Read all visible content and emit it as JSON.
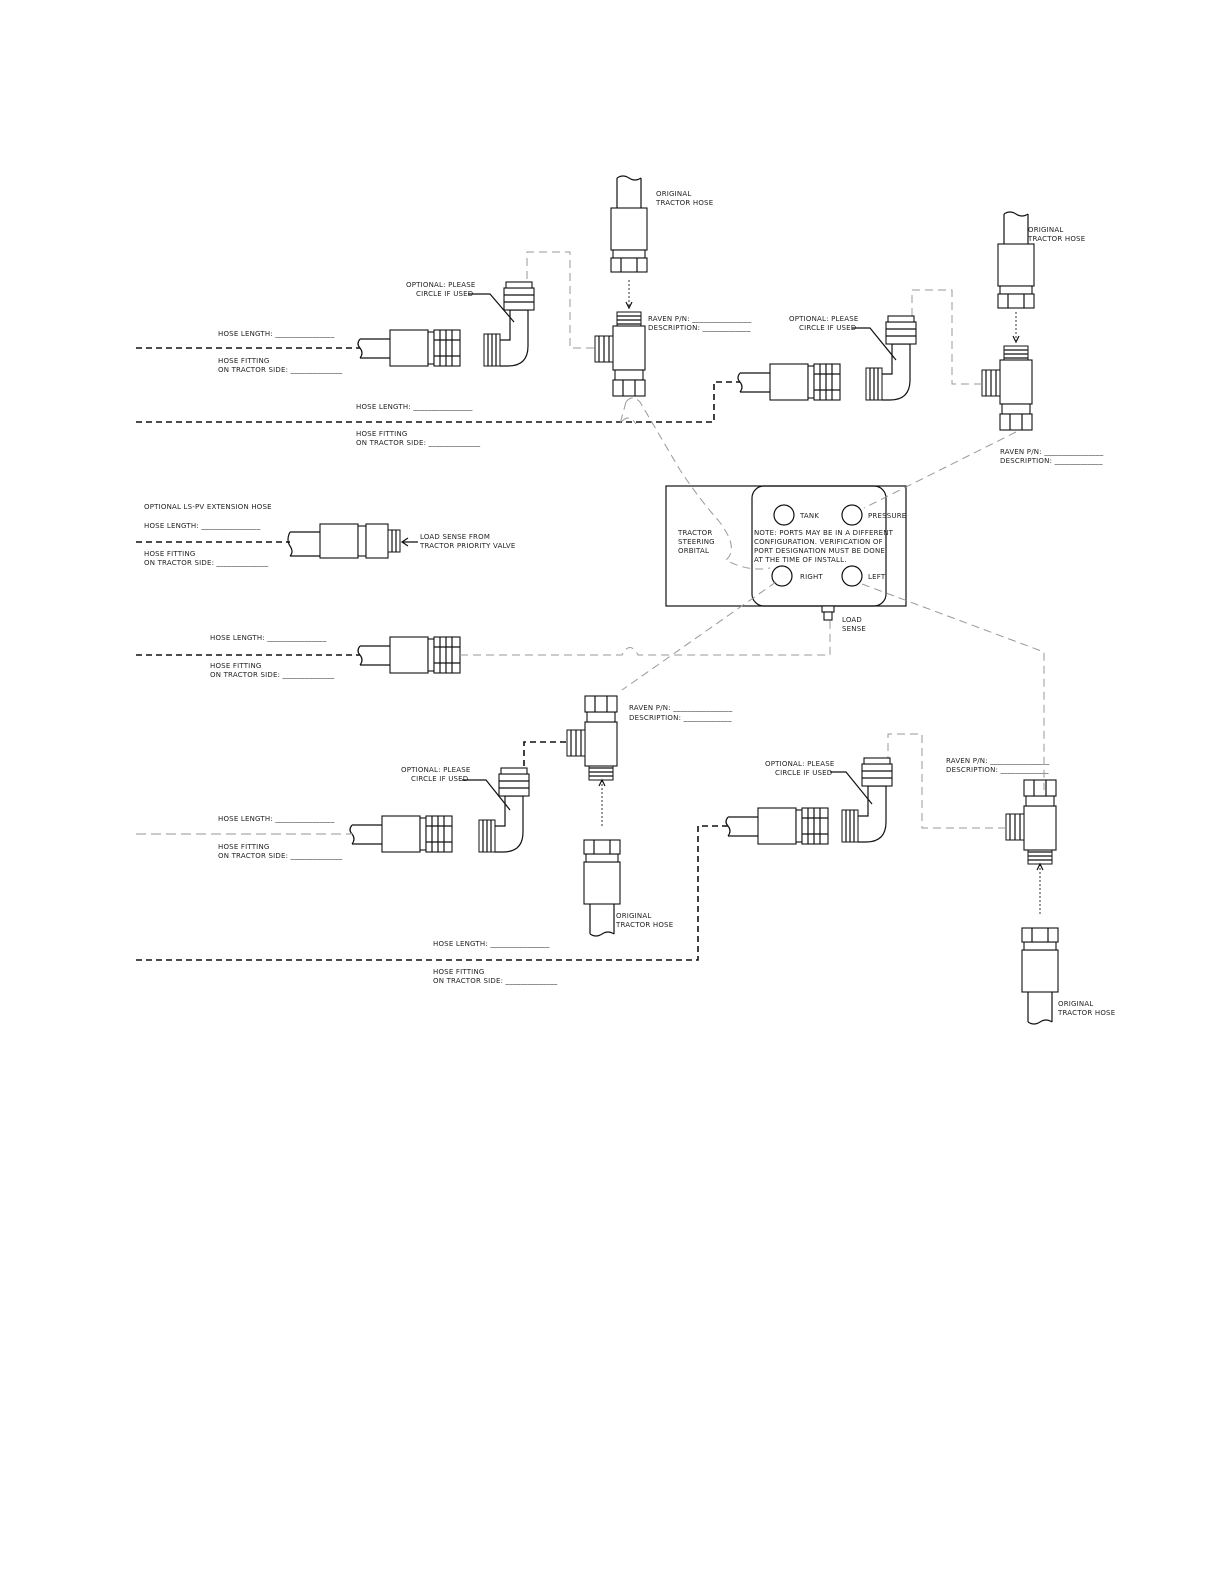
{
  "orbital": {
    "title_line1": "TRACTOR",
    "title_line2": "STEERING",
    "title_line3": "ORBITAL",
    "ports": {
      "tank": "TANK",
      "pressure": "PRESSURE",
      "right": "RIGHT",
      "left": "LEFT"
    },
    "note_line1": "NOTE:  PORTS MAY BE IN A DIFFERENT",
    "note_line2": "CONFIGURATION.  VERIFICATION OF",
    "note_line3": "PORT DESIGNATION MUST BE DONE",
    "note_line4": "AT THE TIME OF INSTALL.",
    "load_sense_line1": "LOAD",
    "load_sense_line2": "SENSE"
  },
  "labels": {
    "original_line1": "ORIGINAL",
    "original_line2": "TRACTOR HOSE",
    "optional_line1": "OPTIONAL:  PLEASE",
    "optional_line2": "CIRCLE IF USED",
    "raven_pn": "RAVEN P/N: ________________",
    "description": "DESCRIPTION: _____________",
    "hose_length": "HOSE LENGTH: ________________",
    "hose_fitting_line1": "HOSE FITTING",
    "hose_fitting_line2": "ON TRACTOR SIDE: ______________",
    "lspv_title": "OPTIONAL LS-PV EXTENSION HOSE",
    "load_sense_from_line1": "LOAD SENSE FROM",
    "load_sense_from_line2": "TRACTOR PRIORITY VALVE"
  }
}
